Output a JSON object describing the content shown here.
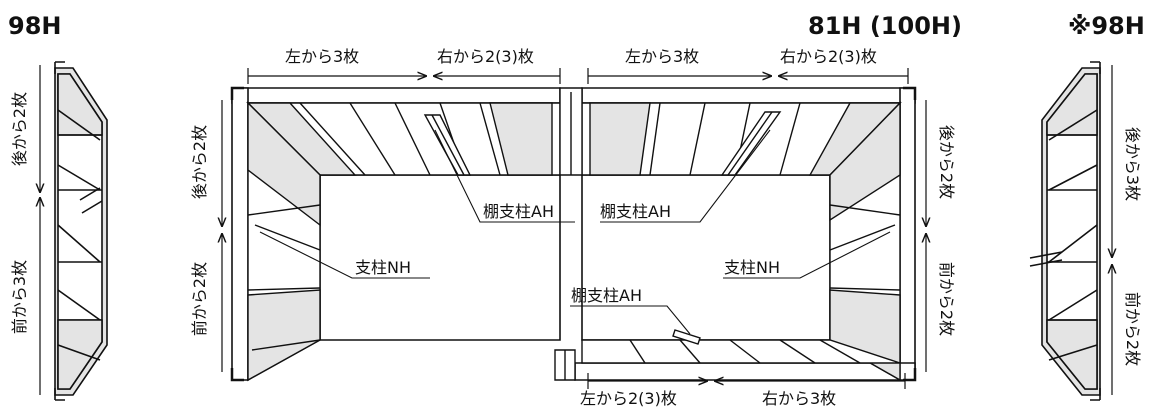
{
  "headings": {
    "left": "98H",
    "center": "81H (100H)",
    "right": "※98H"
  },
  "labels": {
    "top_left_from_left": "左から3枚",
    "top_left_from_right": "右から2(3)枚",
    "top_right_from_left": "左から3枚",
    "top_right_from_right": "右から2(3)枚",
    "bottom_from_left": "左から2(3)枚",
    "bottom_from_right": "右から3枚",
    "left_rear": "後から2枚",
    "left_front": "前から2枚",
    "right_rear": "後から2枚",
    "right_front": "前から2枚",
    "side98_rear": "後から2枚",
    "side98_front": "前から3枚",
    "side98b_rear": "後から3枚",
    "side98b_front": "前から2枚",
    "shelf_post_1": "棚支柱AH",
    "shelf_post_2": "棚支柱AH",
    "shelf_post_3": "棚支柱AH",
    "post_left": "支柱NH",
    "post_right": "支柱NH"
  },
  "colors": {
    "line": "#111111",
    "panel_shade": "#e4e4e4",
    "background": "#ffffff"
  }
}
